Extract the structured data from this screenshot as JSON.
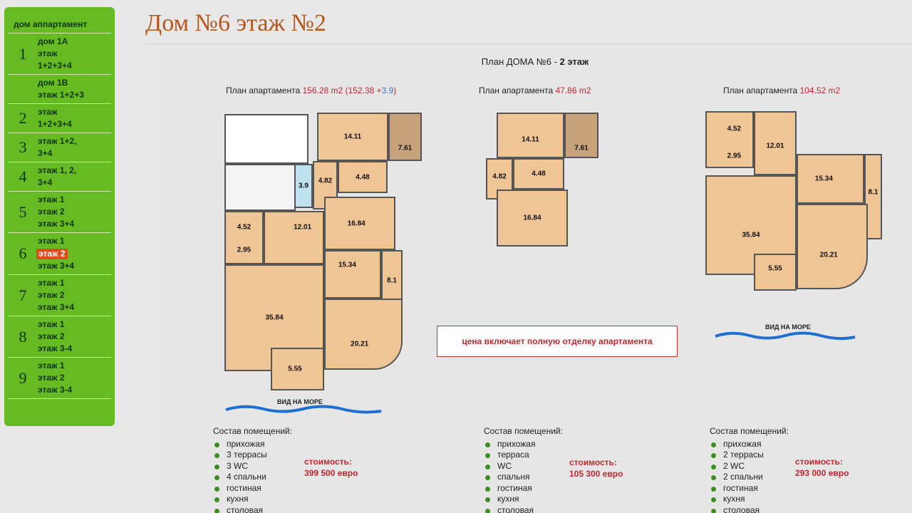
{
  "header": {
    "title": "Дом №6 этаж №2"
  },
  "sidebar": {
    "heading": "дом аппартамент",
    "houses": [
      {
        "num": "1",
        "lines": [
          "дом 1А",
          "этаж",
          "1+2+3+4"
        ]
      },
      {
        "num": "",
        "lines": [
          "дом 1В",
          "этаж 1+2+3"
        ]
      },
      {
        "num": "2",
        "lines": [
          "этаж",
          "1+2+3+4"
        ]
      },
      {
        "num": "3",
        "lines": [
          "этаж      1+2,",
          "3+4"
        ]
      },
      {
        "num": "4",
        "lines": [
          "этаж    1,    2,",
          "3+4"
        ]
      },
      {
        "num": "5",
        "lines": [
          "этаж 1",
          "этаж 2",
          "этаж 3+4"
        ]
      },
      {
        "num": "6",
        "lines": [
          "этаж 1",
          "этаж 2",
          "этаж 3+4"
        ],
        "active_line": 1
      },
      {
        "num": "7",
        "lines": [
          "этаж 1",
          "этаж 2",
          "этаж 3+4"
        ]
      },
      {
        "num": "8",
        "lines": [
          "этаж 1",
          "этаж 2",
          "этаж 3-4"
        ]
      },
      {
        "num": "9",
        "lines": [
          "этаж 1",
          "этаж 2",
          "этаж 3-4"
        ]
      }
    ]
  },
  "panel": {
    "title_prefix": "План ДОМА №6 -",
    "title_bold": "2 этаж",
    "price_note": "цена включает полную отделку апартамента",
    "sea_view": "ВИД НА МОРЕ",
    "rooms_heading": "Состав помещений:",
    "cost_label": "стоимость:",
    "colors": {
      "accent_red": "#c0272d",
      "blue": "#2b7bbf",
      "sidebar_green": "#66bb22",
      "title_brown": "#b5561b"
    },
    "plans": [
      {
        "label_prefix": "План апартамента",
        "area": "156.28 m2",
        "area_detail_open": "(152.38 +",
        "area_detail_blue": "3.9",
        "area_detail_close": ")",
        "room_areas": [
          "14.11",
          "7.61",
          "3.9",
          "4.82",
          "4.48",
          "16.84",
          "4.52",
          "12.01",
          "2.95",
          "15.34",
          "8.1",
          "35.84",
          "20.21",
          "5.55"
        ],
        "rooms": [
          "прихожая",
          "3 террасы",
          "3 WC",
          "4 спальни",
          "гостиная",
          "кухня",
          "столовая"
        ],
        "price": "399 500 евро"
      },
      {
        "label_prefix": "План апартамента",
        "area": "47.86 m2",
        "room_areas": [
          "14.11",
          "7.61",
          "4.82",
          "4.48",
          "16.84"
        ],
        "rooms": [
          "прихожая",
          "терраса",
          "WC",
          "спальня",
          "гостиная",
          "кухня",
          "столовая"
        ],
        "price": "105 300 евро"
      },
      {
        "label_prefix": "План апартамента",
        "area": "104.52 m2",
        "room_areas": [
          "4.52",
          "12.01",
          "2.95",
          "15.34",
          "8.1",
          "35.84",
          "20.21",
          "5.55"
        ],
        "rooms": [
          "прихожая",
          "2 террасы",
          "2 WC",
          "2 спальни",
          "гостиная",
          "кухня",
          "столовая"
        ],
        "price": "293 000 евро"
      }
    ]
  }
}
